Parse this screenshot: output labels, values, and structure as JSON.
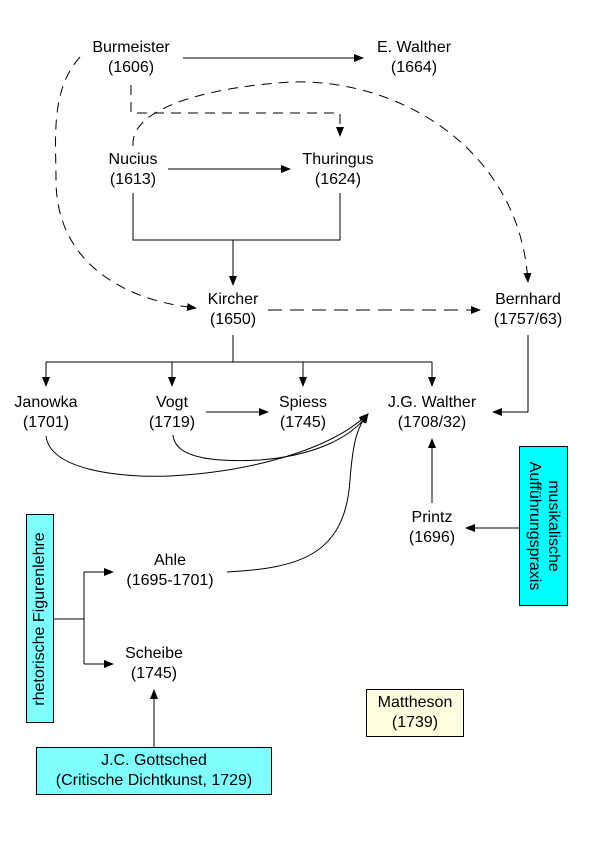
{
  "colors": {
    "cyan": "#00FFFF",
    "light_cyan": "#80FFFF",
    "cream": "#FFFFE0",
    "line": "#000000"
  },
  "nodes": {
    "burmeister": {
      "name": "Burmeister",
      "date": "(1606)"
    },
    "e_walther": {
      "name": "E. Walther",
      "date": "(1664)"
    },
    "nucius": {
      "name": "Nucius",
      "date": "(1613)"
    },
    "thuringus": {
      "name": "Thuringus",
      "date": "(1624)"
    },
    "kircher": {
      "name": "Kircher",
      "date": "(1650)"
    },
    "bernhard": {
      "name": "Bernhard",
      "date": "(1757/63)"
    },
    "janowka": {
      "name": "Janowka",
      "date": "(1701)"
    },
    "vogt": {
      "name": "Vogt",
      "date": "(1719)"
    },
    "spiess": {
      "name": "Spiess",
      "date": "(1745)"
    },
    "jg_walther": {
      "name": "J.G. Walther",
      "date": "(1708/32)"
    },
    "printz": {
      "name": "Printz",
      "date": "(1696)"
    },
    "ahle": {
      "name": "Ahle",
      "date": "(1695-1701)"
    },
    "scheibe": {
      "name": "Scheibe",
      "date": "(1745)"
    }
  },
  "boxes": {
    "rhetorische": {
      "label": "rhetorische Figurenlehre"
    },
    "auffuehrung": {
      "line1": "musikalische",
      "line2": "Aufführungspraxis"
    },
    "gottsched": {
      "line1": "J.C. Gottsched",
      "line2": "(Critische Dichtkunst, 1729)"
    },
    "mattheson": {
      "line1": "Mattheson",
      "line2": "(1739)"
    }
  },
  "edges": [
    {
      "from": "Burmeister",
      "to": "E. Walther",
      "style": "solid"
    },
    {
      "from": "Burmeister",
      "to": "Thuringus",
      "style": "dashed"
    },
    {
      "from": "Burmeister",
      "to": "Kircher",
      "style": "dashed"
    },
    {
      "from": "Nucius",
      "to": "Thuringus",
      "style": "solid"
    },
    {
      "from": "Nucius",
      "to": "Bernhard",
      "style": "dashed"
    },
    {
      "from": "Nucius",
      "to": "Kircher",
      "style": "solid"
    },
    {
      "from": "Thuringus",
      "to": "Kircher",
      "style": "solid"
    },
    {
      "from": "Kircher",
      "to": "Bernhard",
      "style": "dashed"
    },
    {
      "from": "Kircher",
      "to": "Janowka",
      "style": "solid"
    },
    {
      "from": "Kircher",
      "to": "Vogt",
      "style": "solid"
    },
    {
      "from": "Kircher",
      "to": "Spiess",
      "style": "solid"
    },
    {
      "from": "Kircher",
      "to": "J.G. Walther",
      "style": "solid"
    },
    {
      "from": "Bernhard",
      "to": "J.G. Walther",
      "style": "solid"
    },
    {
      "from": "Vogt",
      "to": "Spiess",
      "style": "solid"
    },
    {
      "from": "Janowka",
      "to": "J.G. Walther",
      "style": "solid"
    },
    {
      "from": "Vogt",
      "to": "J.G. Walther",
      "style": "solid"
    },
    {
      "from": "Ahle",
      "to": "J.G. Walther",
      "style": "solid"
    },
    {
      "from": "Printz",
      "to": "J.G. Walther",
      "style": "solid"
    },
    {
      "from": "musikalische Aufführungspraxis",
      "to": "Printz",
      "style": "solid"
    },
    {
      "from": "rhetorische Figurenlehre",
      "to": "Ahle",
      "style": "solid"
    },
    {
      "from": "rhetorische Figurenlehre",
      "to": "Scheibe",
      "style": "solid"
    },
    {
      "from": "J.C. Gottsched",
      "to": "Scheibe",
      "style": "solid"
    }
  ]
}
